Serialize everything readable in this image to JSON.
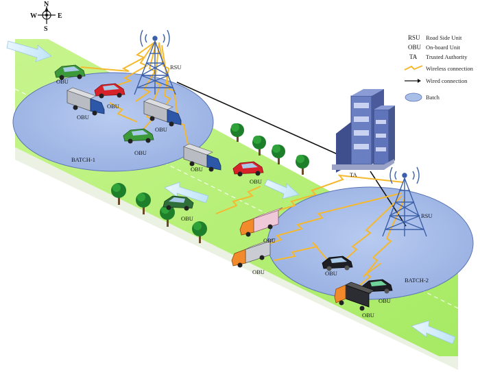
{
  "compass": {
    "n": "N",
    "s": "S",
    "e": "E",
    "w": "W"
  },
  "legend": [
    {
      "abbr": "RSU",
      "text": "Road Side Unit"
    },
    {
      "abbr": "OBU",
      "text": "On-board Unit"
    },
    {
      "abbr": "TA",
      "text": "Trusted Authority"
    },
    {
      "abbr": "",
      "text": "Wireless connection"
    },
    {
      "abbr": "",
      "text": "Wired connection"
    },
    {
      "abbr": "",
      "text": "Batch"
    }
  ],
  "labels": {
    "rsu": "RSU",
    "obu": "OBU",
    "ta": "TA",
    "batch1": "BATCH-1",
    "batch2": "BATCH-2"
  },
  "colors": {
    "road": "#b6f07a",
    "batch": "#a9bfe8",
    "wireless": "#f5b82e",
    "wired": "#111111",
    "tower": "#3b5fa8",
    "server": "#5a6fb0"
  }
}
